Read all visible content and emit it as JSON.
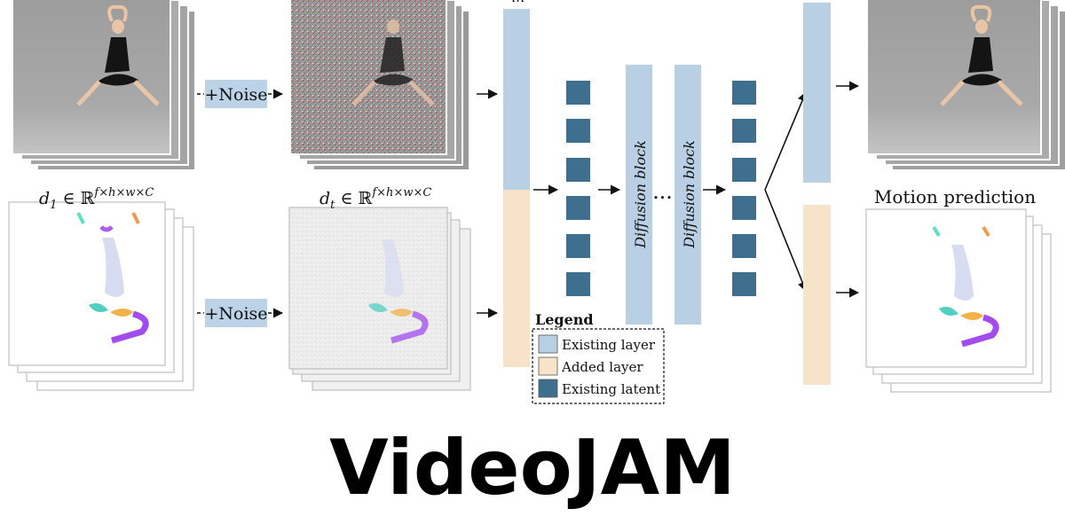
{
  "noise_label": "+Noise",
  "math": {
    "d1_base": "d",
    "d1_sub": "1",
    "dt_base": "d",
    "dt_sub": "t",
    "rel": " ∈ ℝ",
    "dims": "f×h×w×C",
    "top_fragment": "in"
  },
  "block_label": "Diffusion block",
  "ellipsis": "•••",
  "motion_prediction": "Motion prediction",
  "legend": {
    "title": "Legend",
    "items": [
      {
        "label": "Existing layer",
        "color": "#b8cfe4"
      },
      {
        "label": "Added layer",
        "color": "#f6e3c8"
      },
      {
        "label": "Existing latent",
        "color": "#3f6f8f"
      }
    ]
  },
  "title": "VideoJAM",
  "colors": {
    "existing_layer": "#b8cfe4",
    "added_layer": "#f6e3c8",
    "existing_latent": "#3f6f8f",
    "noise_box": "#bcd2e6"
  }
}
